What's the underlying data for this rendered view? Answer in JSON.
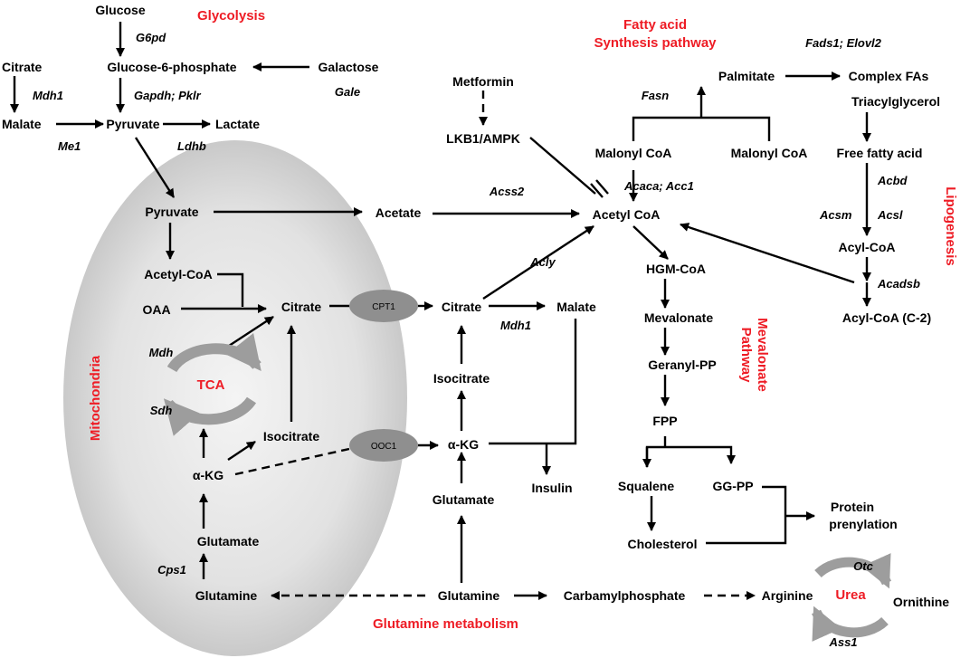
{
  "colors": {
    "pathway_label": "#ee1c25",
    "compartment": "#c9c9c9",
    "transporter": "#8f8f8f",
    "cycle_arrow": "#9d9d9d"
  },
  "pathways": {
    "glycolysis": "Glycolysis",
    "fatty_acid_1": "Fatty acid",
    "fatty_acid_2": "Synthesis pathway",
    "lipogenesis": "Lipogenesis",
    "mevalonate_1": "Mevalonate",
    "mevalonate_2": "Pathway",
    "glutamine": "Glutamine metabolism",
    "mitochondria": "Mitochondria",
    "tca": "TCA",
    "urea": "Urea"
  },
  "metabolites": {
    "glucose": "Glucose",
    "g6p": "Glucose-6-phosphate",
    "galactose": "Galactose",
    "citrate_top": "Citrate",
    "malate_top": "Malate",
    "pyruvate_top": "Pyruvate",
    "lactate": "Lactate",
    "metformin": "Metformin",
    "lkb1": "LKB1/AMPK",
    "palmitate": "Palmitate",
    "complex_fas": "Complex FAs",
    "triacylglycerol": "Triacylglycerol",
    "malonyl_1": "Malonyl CoA",
    "malonyl_2": "Malonyl CoA",
    "free_fa": "Free fatty acid",
    "acetyl_coa": "Acetyl CoA",
    "acyl_coa": "Acyl-CoA",
    "acyl_coa_c2": "Acyl-CoA (C-2)",
    "hgm_coa": "HGM-CoA",
    "mevalonate": "Mevalonate",
    "geranyl_pp": "Geranyl-PP",
    "fpp": "FPP",
    "squalene": "Squalene",
    "gg_pp": "GG-PP",
    "protein_1": "Protein",
    "protein_2": "prenylation",
    "cholesterol": "Cholesterol",
    "pyruvate_mito": "Pyruvate",
    "acetate": "Acetate",
    "acetyl_coa_mito": "Acetyl-CoA",
    "oaa": "OAA",
    "citrate_mito": "Citrate",
    "citrate_cyto": "Citrate",
    "malate_cyto": "Malate",
    "isocitrate_mito": "Isocitrate",
    "isocitrate_cyto": "Isocitrate",
    "akg_mito": "α-KG",
    "akg_cyto": "α-KG",
    "insulin": "Insulin",
    "glutamate_mito": "Glutamate",
    "glutamate_cyto": "Glutamate",
    "glutamine_mito": "Glutamine",
    "glutamine_cyto": "Glutamine",
    "carbamyl": "Carbamylphosphate",
    "arginine": "Arginine",
    "ornithine": "Ornithine"
  },
  "enzymes": {
    "g6pd": "G6pd",
    "gale": "Gale",
    "gapdh": "Gapdh; Pklr",
    "mdh1_top": "Mdh1",
    "me1": "Me1",
    "ldhb": "Ldhb",
    "fasn": "Fasn",
    "fads1": "Fads1; Elovl2",
    "acaca": "Acaca; Acc1",
    "acss2": "Acss2",
    "acly": "Acly",
    "mdh1_cyto": "Mdh1",
    "acbd": "Acbd",
    "acsm": "Acsm",
    "acsl": "Acsl",
    "acadsb": "Acadsb",
    "mdh": "Mdh",
    "sdh": "Sdh",
    "cps1": "Cps1",
    "otc": "Otc",
    "ass1": "Ass1"
  },
  "transporters": {
    "cpt1": "CPT1",
    "ooc1": "OOC1"
  }
}
